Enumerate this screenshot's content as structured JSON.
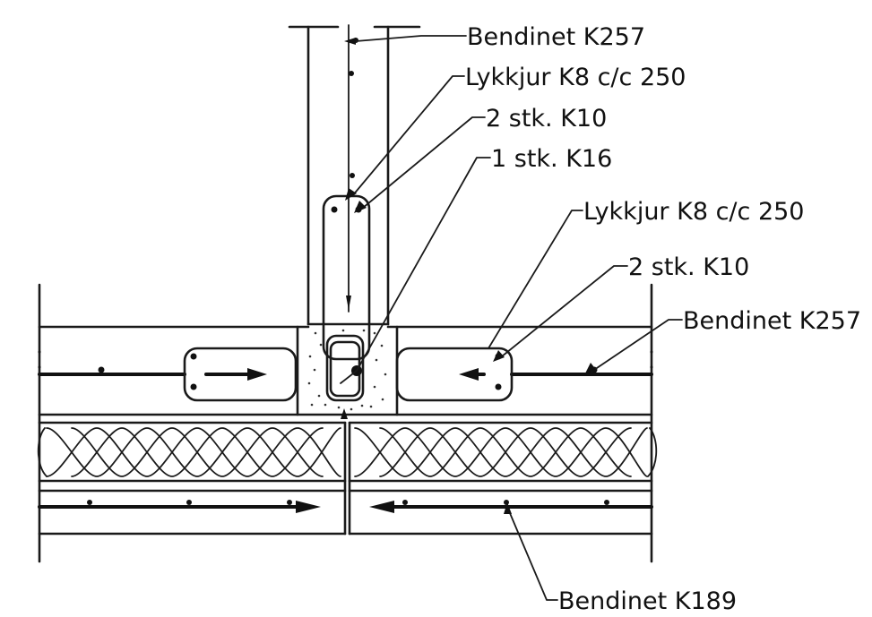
{
  "labels": {
    "l1": "Bendinet K257",
    "l2": "Lykkjur K8 c/c 250",
    "l3": "2 stk. K10",
    "l4": "1 stk. K16",
    "l5": "Lykkjur K8 c/c 250",
    "l6": "2 stk. K10",
    "l7": "Bendinet K257",
    "l8": "Bendinet K189"
  },
  "colors": {
    "ink": "#111111",
    "paper": "#ffffff"
  }
}
